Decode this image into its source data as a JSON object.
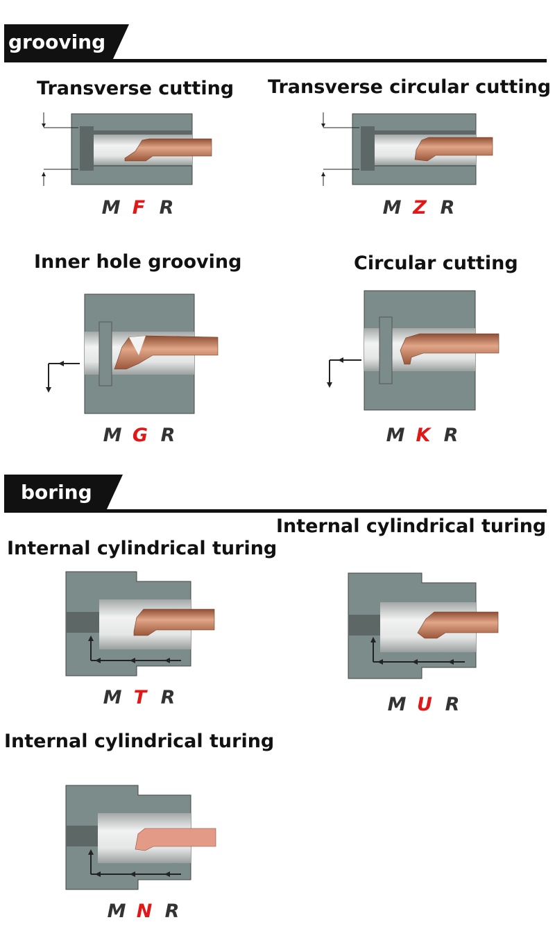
{
  "sections": {
    "grooving": {
      "label": "grooving"
    },
    "boring": {
      "label": "boring"
    }
  },
  "items": [
    {
      "title": "Transverse cutting",
      "code": [
        "M",
        "F",
        "R"
      ],
      "highlight": 1
    },
    {
      "title": "Transverse circular cutting",
      "code": [
        "M",
        "Z",
        "R"
      ],
      "highlight": 1
    },
    {
      "title": "Inner hole grooving",
      "code": [
        "M",
        "G",
        "R"
      ],
      "highlight": 1
    },
    {
      "title": "Circular cutting",
      "code": [
        "M",
        "K",
        "R"
      ],
      "highlight": 1
    },
    {
      "title": "Internal cylindrical turing",
      "code": [
        "M",
        "T",
        "R"
      ],
      "highlight": 1
    },
    {
      "title": "Internal cylindrical turing",
      "code": [
        "M",
        "U",
        "R"
      ],
      "highlight": 1
    },
    {
      "title": "Internal cylindrical turing",
      "code": [
        "M",
        "N",
        "R"
      ],
      "highlight": 1
    }
  ],
  "colors": {
    "block": "#7c8c8a",
    "bore_light": "#e9ebea",
    "bore_dark": "#9aa09e",
    "tool": "#b06a4a",
    "tool_light": "#e7b39a",
    "highlight": "#e01818"
  }
}
